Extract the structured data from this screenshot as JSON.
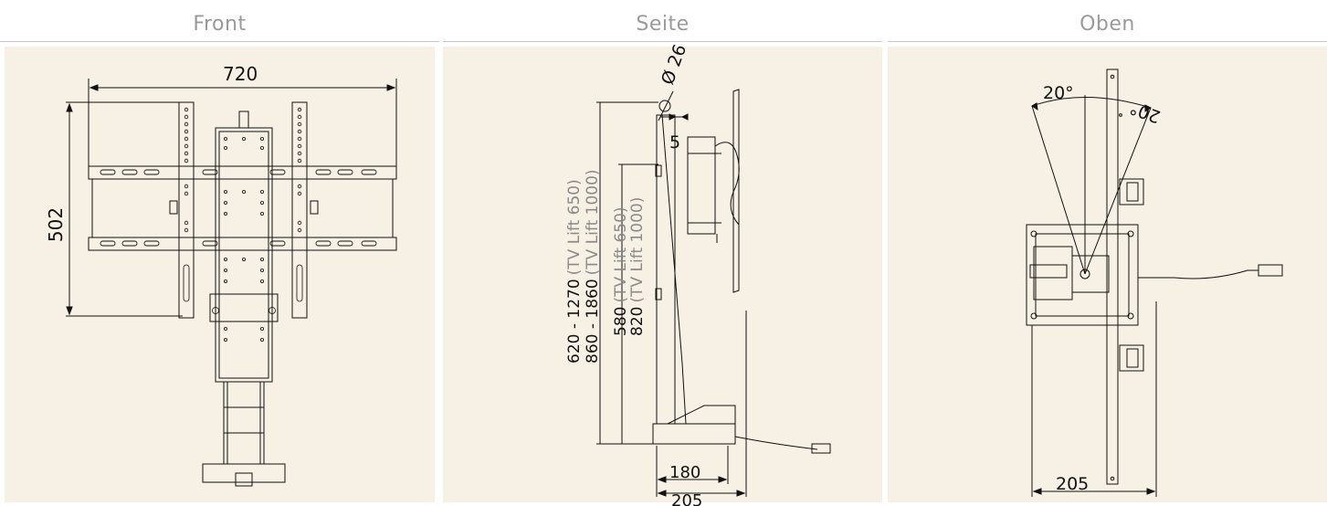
{
  "views": [
    {
      "title": "Front",
      "dims": {
        "width": "720",
        "height": "502"
      }
    },
    {
      "title": "Seite",
      "dims": {
        "diameter": "Ø 26",
        "offset": "5",
        "range_650_value": "620 - 1270",
        "range_650_note": "(TV Lift 650)",
        "range_1000_value": "860 - 1860",
        "range_1000_note": "(TV Lift 1000)",
        "base_650_value": "580",
        "base_650_note": "(TV Lift 650)",
        "base_1000_value": "820",
        "base_1000_note": "(TV Lift 1000)",
        "depth_inner": "180",
        "depth_outer": "205"
      }
    },
    {
      "title": "Oben",
      "dims": {
        "angle_left": "20°",
        "angle_right": "20°",
        "width": "205"
      }
    }
  ],
  "colors": {
    "background": "#f7f0e4",
    "line": "#111111",
    "title": "#9a9a9a"
  }
}
